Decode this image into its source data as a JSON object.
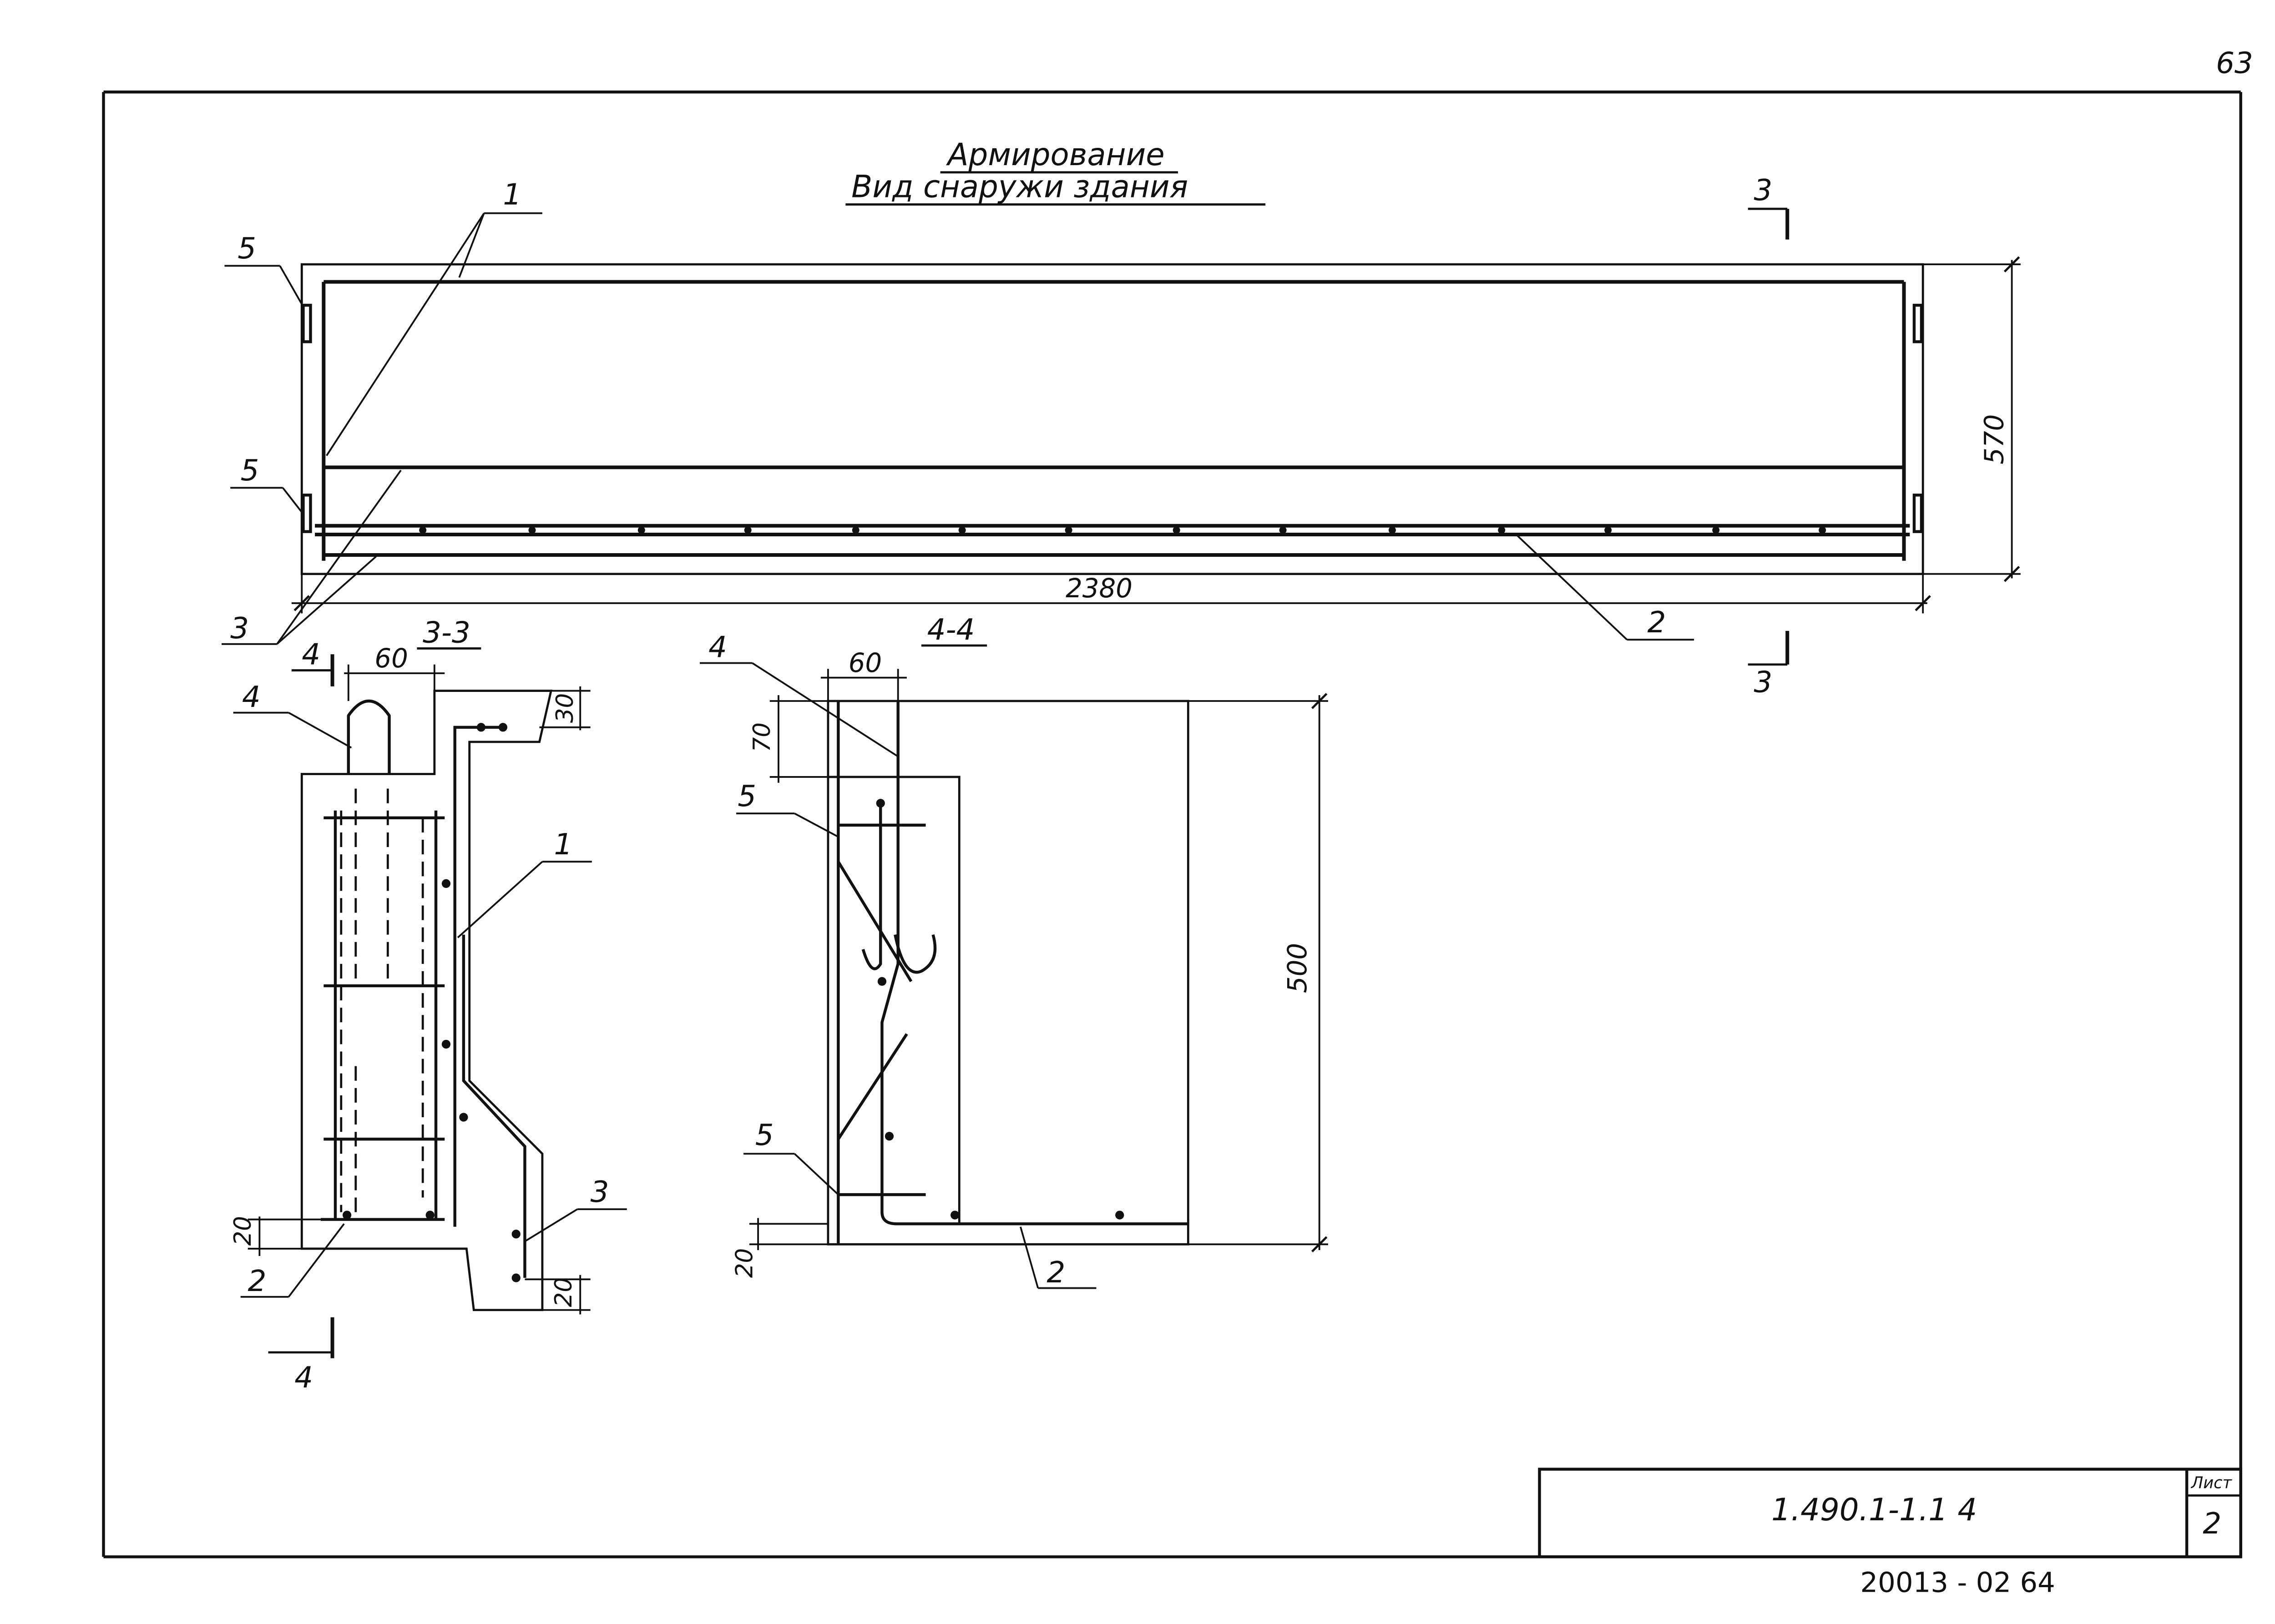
{
  "sheet": {
    "page_number": "63",
    "title_line1": "Армирование",
    "title_line2": "Вид снаружи здания",
    "doc_code": "1.490.1-1.1 4",
    "sheet_label": "Лист",
    "sheet_number": "2",
    "archive_number": "20013 - 02 64"
  },
  "elevation": {
    "length_dim": "2380",
    "height_dim": "570",
    "callouts": [
      "1",
      "5",
      "5",
      "3",
      "2"
    ],
    "section_mark": "3"
  },
  "section_33": {
    "title": "3-3",
    "cut_mark": "4",
    "dims": [
      "60",
      "30",
      "20",
      "20"
    ],
    "callouts": [
      "4",
      "1",
      "3",
      "2"
    ]
  },
  "section_44": {
    "title": "4-4",
    "dims": [
      "60",
      "70",
      "500",
      "20"
    ],
    "callouts": [
      "4",
      "5",
      "5",
      "2"
    ]
  }
}
